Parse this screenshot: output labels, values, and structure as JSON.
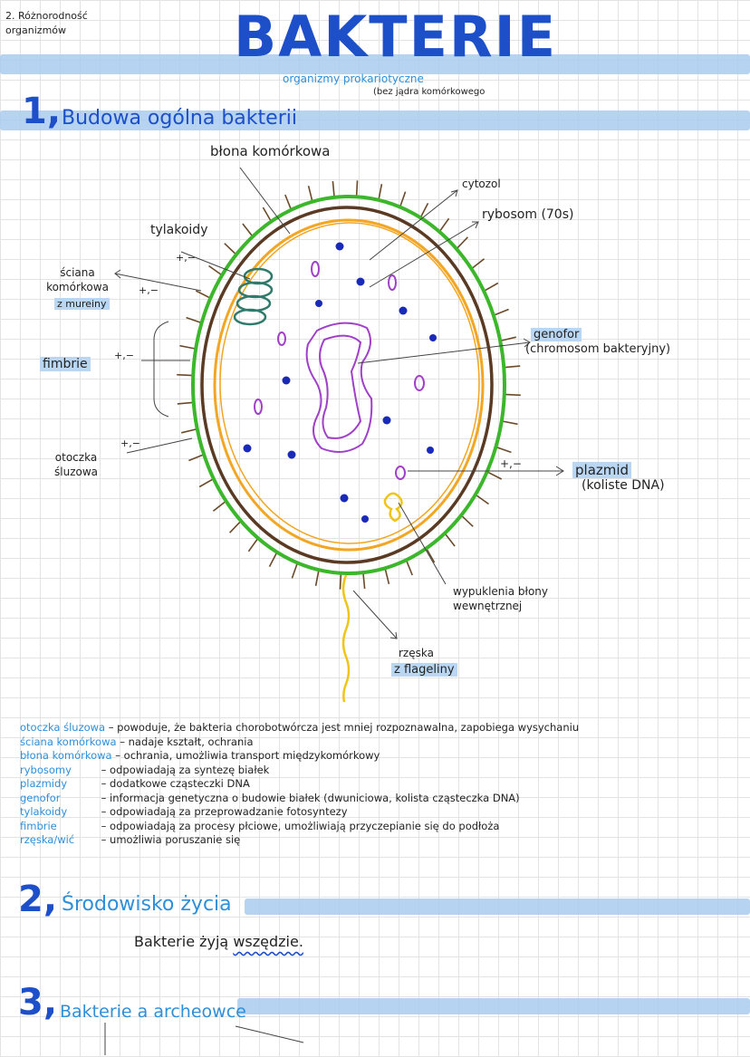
{
  "header": {
    "topic": "2. Różnorodność organizmów",
    "title": "BAKTERIE",
    "subtitle": "organizmy prokariotyczne",
    "subtitle_note": "(bez jądra komórkowego"
  },
  "section1": {
    "number": "1,",
    "title": "Budowa ogólna bakterii"
  },
  "labels": {
    "blona": "błona komórkowa",
    "cytozol": "cytozol",
    "rybosom": "rybosom (70s)",
    "tylakoidy": "tylakoidy",
    "sciana": "ściana komórkowa",
    "sciana_sub": "z mureiny",
    "fimbrie": "fimbrie",
    "otoczka": "otoczka śluzowa",
    "genofor": "genofor",
    "genofor_sub": "(chromosom bakteryjny)",
    "plazmid": "plazmid",
    "plazmid_sub": "(koliste DNA)",
    "wypuklenia": "wypuklenia błony wewnętrznej",
    "rzeska": "rzęska",
    "rzeska_sub": "z flageliny",
    "pm1": "+,−",
    "pm2": "+,−",
    "pm3": "+,−",
    "pm4": "+,−",
    "pm5": "+,−"
  },
  "definitions": [
    {
      "term": "otoczka śluzowa",
      "desc": "– powoduje, że bakteria chorobotwórcza jest mniej rozpoznawalna, zapobiega wysychaniu"
    },
    {
      "term": "ściana komórkowa",
      "desc": "– nadaje kształt, ochrania"
    },
    {
      "term": "błona komórkowa",
      "desc": "– ochrania, umożliwia transport międzykomórkowy"
    },
    {
      "term": "rybosomy",
      "desc": "– odpowiadają za syntezę białek"
    },
    {
      "term": "plazmidy",
      "desc": "– dodatkowe cząsteczki DNA"
    },
    {
      "term": "genofor",
      "desc": "– informacja genetyczna o budowie białek (dwuniciowa, kolista cząsteczka DNA)"
    },
    {
      "term": "tylakoidy",
      "desc": "– odpowiadają za przeprowadzanie fotosyntezy"
    },
    {
      "term": "fimbrie",
      "desc": "– odpowiadają za procesy płciowe, umożliwiają przyczepianie się do podłoża"
    },
    {
      "term": "rzęska/wić",
      "desc": "– umożliwia poruszanie się"
    }
  ],
  "section2": {
    "number": "2,",
    "title": "Środowisko życia",
    "text": "Bakterie żyją",
    "emphasis": "wszędzie."
  },
  "section3": {
    "number": "3,",
    "title": "Bakterie a archeowce"
  },
  "colors": {
    "title_blue": "#1d4fc9",
    "light_blue": "#2f8fd8",
    "band": "#a9cbee",
    "outer_membrane": "#3cb62b",
    "cell_wall": "#5a3a22",
    "inner_membrane": "#f2a623",
    "genophore": "#a040c8",
    "ribosome": "#1a2ab8",
    "thylakoid": "#2f7a6b",
    "flagellum": "#f0c419"
  }
}
